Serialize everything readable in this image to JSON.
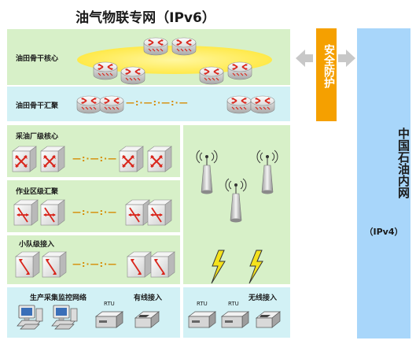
{
  "title": "油气物联专网（IPv6）",
  "tiers": {
    "backbone_core": "油田骨干核心",
    "backbone_aggregation": "油田骨干汇聚",
    "plant_core": "采油厂级核心",
    "area_aggregation": "作业区级汇聚",
    "team_access": "小队级接入",
    "monitoring_network": "生产采集监控网络",
    "wired_access": "有线接入",
    "wireless_access": "无线接入"
  },
  "rtu_labels": [
    "RTU",
    "RTU",
    "RTU"
  ],
  "security_box": "安全防护",
  "petrochina_box": {
    "name": "中国石油内网",
    "protocol": "（IPv4）"
  },
  "colors": {
    "green_band": "#d7f0c8",
    "cyan_band": "#d2f1f5",
    "security_orange": "#f5a000",
    "intranet_blue": "#a8d6fa",
    "router_red": "#d9261c",
    "link_dots": "#d68a00",
    "lightning": "#f4e21c"
  },
  "icons": [
    "router-icon",
    "switch-icon",
    "antenna-icon",
    "lightning-icon",
    "desktop-computer-icon",
    "rtu-device-icon",
    "wired-access-device-icon",
    "bidirectional-arrow-icon"
  ]
}
